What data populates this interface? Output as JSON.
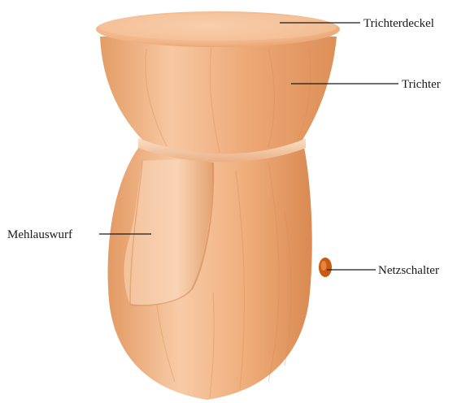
{
  "labels": {
    "lid": "Trichterdeckel",
    "hopper": "Trichter",
    "flour_outlet": "Mehlauswurf",
    "power_switch": "Netzschalter"
  },
  "colors": {
    "wood_light": "#f6c6a0",
    "wood_mid": "#e9a06c",
    "wood_dark": "#c8743f",
    "switch_knob": "#c95a10",
    "line": "#1a1a1a"
  },
  "icons": {
    "device": "wooden-grain-mill"
  }
}
